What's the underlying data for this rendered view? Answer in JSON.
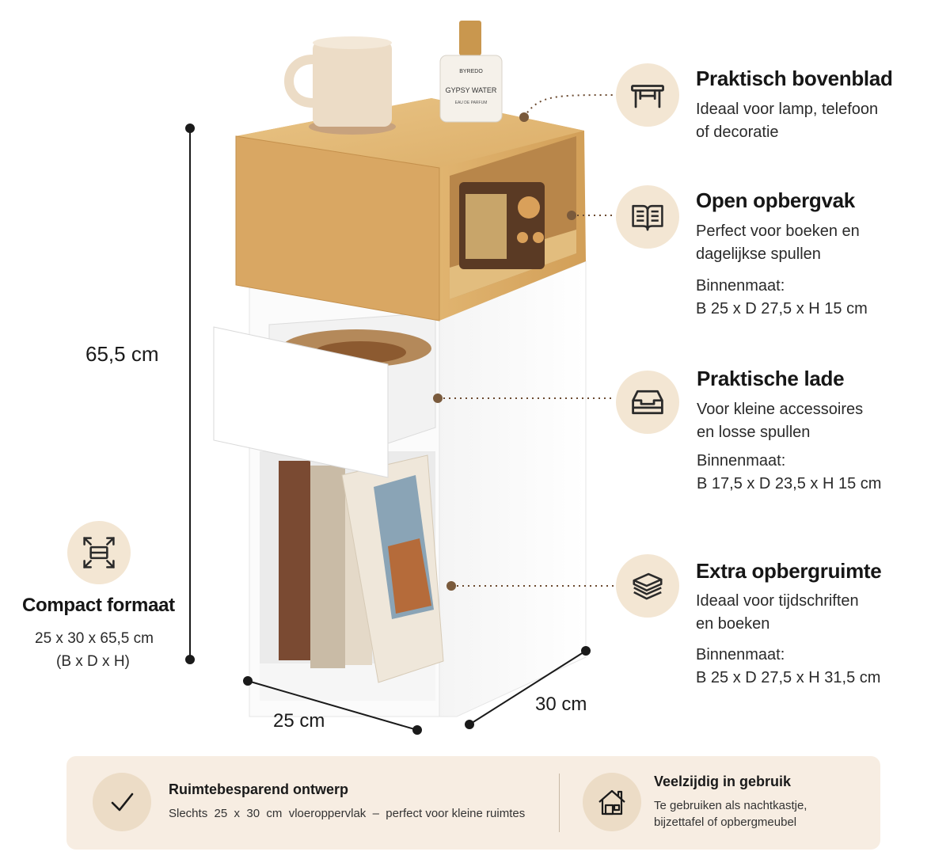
{
  "dimensions": {
    "height": "65,5 cm",
    "width": "25 cm",
    "depth": "30 cm"
  },
  "product_labels": {
    "bottle_brand": "BYREDO",
    "bottle_name": "GYPSY WATER",
    "bottle_sub": "EAU DE PARFUM"
  },
  "compact": {
    "icon": "resize-icon",
    "title": "Compact formaat",
    "line1": "25 x 30 x 65,5 cm",
    "line2": "(B x D x H)"
  },
  "features": [
    {
      "icon": "table-icon",
      "title": "Praktisch bovenblad",
      "desc1": "Ideaal voor lamp, telefoon",
      "desc2": "of decoratie"
    },
    {
      "icon": "book-icon",
      "title": "Open opbergvak",
      "desc1": "Perfect voor boeken en",
      "desc2": "dagelijkse spullen",
      "size_label": "Binnenmaat:",
      "size": "B 25 x D 27,5 x H 15 cm"
    },
    {
      "icon": "drawer-icon",
      "title": "Praktische lade",
      "desc1": "Voor kleine accessoires",
      "desc2": "en losse spullen",
      "size_label": "Binnenmaat:",
      "size": "B 17,5 x D 23,5 x H 15 cm"
    },
    {
      "icon": "stack-icon",
      "title": "Extra opbergruimte",
      "desc1": "Ideaal voor tijdschriften",
      "desc2": "en boeken",
      "size_label": "Binnenmaat:",
      "size": "B 25 x D 27,5 x H 31,5 cm"
    }
  ],
  "banner": {
    "left": {
      "icon": "checkmark-icon",
      "title": "Ruimtebesparend ontwerp",
      "desc": "Slechts  25  x  30  cm  vloeroppervlak  –  perfect voor kleine ruimtes"
    },
    "right": {
      "icon": "house-icon",
      "title": "Veelzijdig in gebruik",
      "desc1": "Te gebruiken als nachtkastje,",
      "desc2": "bijzettafel of opbergmeubel"
    }
  },
  "colors": {
    "accent_brown": "#7a5a3c",
    "icon_circle": "#f3e6d3",
    "banner_bg": "#f7ede2",
    "oak": "#d9aa62",
    "cabinet_white": "#ffffff"
  }
}
